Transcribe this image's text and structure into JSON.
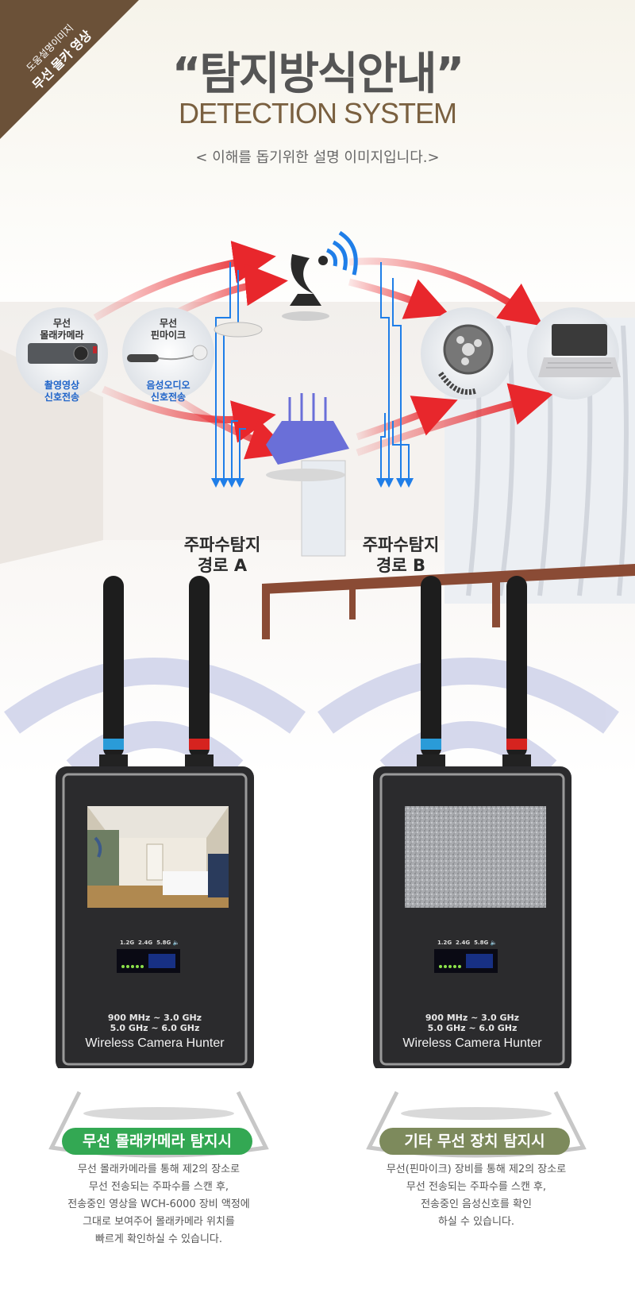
{
  "ribbon": {
    "line1": "도움설명이미지",
    "line2": "무선 몰카 영상"
  },
  "header": {
    "title_ko": "“탐지방식안내”",
    "title_en": "DETECTION SYSTEM",
    "subtitle": "< 이해를 돕기위한 설명 이미지입니다.>"
  },
  "diagram": {
    "camera": {
      "line1": "무선",
      "line2": "몰래카메라",
      "sub1": "촬영영상",
      "sub2": "신호전송"
    },
    "mic": {
      "line1": "무선",
      "line2": "핀마이크",
      "sub1": "음성오디오",
      "sub2": "신호전송"
    },
    "path_a": {
      "line1": "주파수탐지",
      "line2": "경로 A"
    },
    "path_b": {
      "line1": "주파수탐지",
      "line2": "경로 B"
    },
    "colors": {
      "signal_red": "#e8272c",
      "signal_blue": "#1f7ee8",
      "router": "#6a6fd8",
      "dish": "#2a2a2a"
    },
    "icons": [
      "satellite-dish-icon",
      "wifi-router-icon",
      "film-reel-icon",
      "laptop-icon"
    ]
  },
  "devices": [
    {
      "bands": [
        "1.2G",
        "2.4G",
        "5.8G"
      ],
      "freq_line1": "900 MHz ~ 3.0 GHz",
      "freq_line2": "5.0 GHz ~ 6.0 GHz",
      "brand": "Wireless Camera Hunter",
      "screen": "camera-feed",
      "caption": "무선 몰래카메라 탐지시",
      "caption_color": "#33a853",
      "desc": [
        "무선 몰래카메라를 통해 제2의 장소로",
        "무선 전송되는 주파수를 스캔 후,",
        "전송중인 영상을 WCH-6000 장비 액정에",
        "그대로 보여주어 몰래카메라 위치를",
        "빠르게 확인하실 수 있습니다."
      ]
    },
    {
      "bands": [
        "1.2G",
        "2.4G",
        "5.8G"
      ],
      "freq_line1": "900 MHz ~ 3.0 GHz",
      "freq_line2": "5.0 GHz ~ 6.0 GHz",
      "brand": "Wireless Camera Hunter",
      "screen": "static-noise",
      "caption": "기타 무선 장치 탐지시",
      "caption_color": "#7d8a5c",
      "desc": [
        "무선(핀마이크) 장비를 통해 제2의 장소로",
        "무선 전송되는 주파수를 스캔 후,",
        "전송중인 음성신호를 확인",
        "하실 수 있습니다."
      ]
    }
  ]
}
